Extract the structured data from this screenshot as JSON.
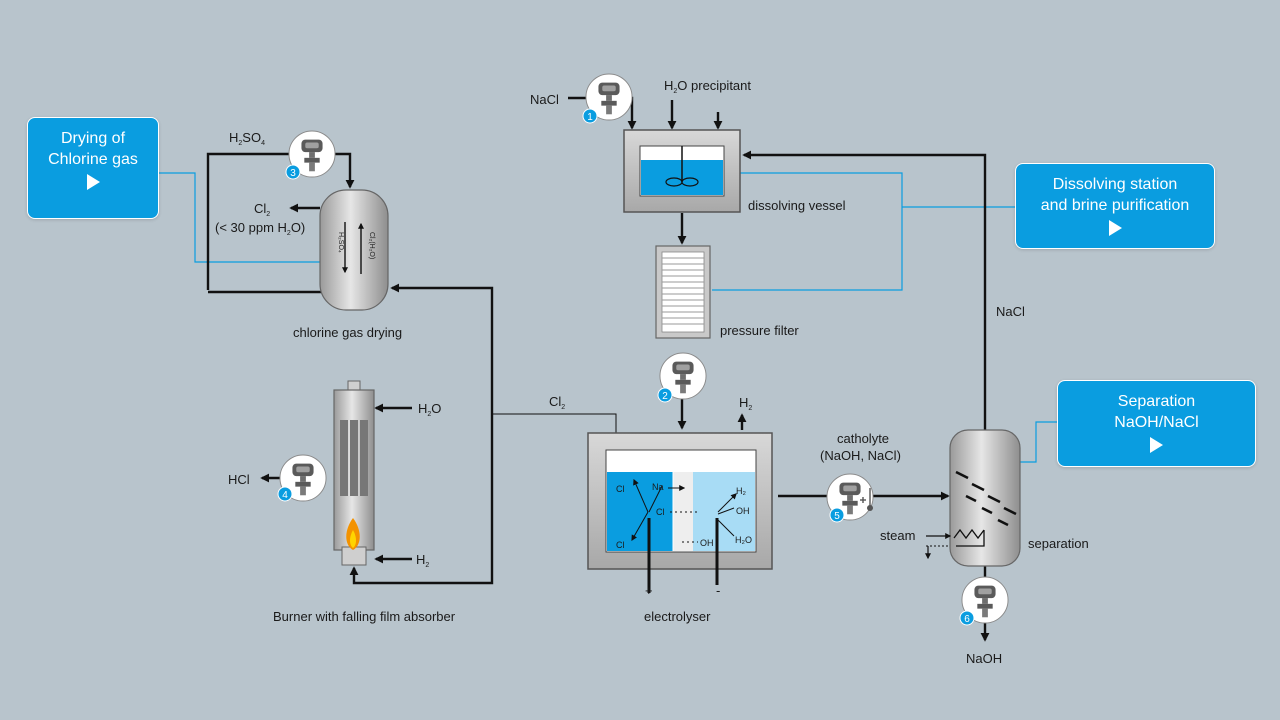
{
  "callouts": {
    "drying": {
      "line1": "Drying of",
      "line2": "Chlorine gas"
    },
    "dissolving": {
      "line1": "Dissolving station",
      "line2": "and brine purification"
    },
    "separation": {
      "line1": "Separation",
      "line2": "NaOH/NaCl"
    }
  },
  "labels": {
    "nacl_top": "NaCl",
    "h2o_precipitant": "O precipitant",
    "h2so4": "SO",
    "cl2_out": "Cl",
    "cl2_ppm_pre": "(< 30 ppm H",
    "cl2_ppm_post": "O)",
    "col_h2so4": "H₂SO₄",
    "col_clh2o": "Cl₂(H₂O)",
    "dissolving_vessel": "dissolving vessel",
    "pressure_filter": "pressure filter",
    "chlorine_gas_drying": "chlorine gas drying",
    "h2o_burner": "O",
    "hcl": "HCl",
    "h2_burner": "H",
    "burner_caption": "Burner with falling film absorber",
    "cl2_line": "Cl",
    "h2_top": "H",
    "catholyte": "catholyte",
    "catholyte_sub": "(NaOH, NaCl)",
    "nacl_right": "NaCl",
    "steam": "steam",
    "separation_caption": "separation",
    "electrolyser": "electrolyser",
    "naoh": "NaOH",
    "plus": "+",
    "minus": "-",
    "h_letter": "H",
    "sub2": "2",
    "sub4": "4",
    "cell_cl_top": "Cl",
    "cell_cl_mid": "Cl",
    "cell_cl_bot": "Cl",
    "cell_na": "Na",
    "cell_h2": "H₂",
    "cell_oh_top": "OH",
    "cell_oh_mid": "OH",
    "cell_h2o": "H₂O"
  },
  "sensors": [
    {
      "id": "1",
      "icon": "pressure-transmitter-icon"
    },
    {
      "id": "2",
      "icon": "pressure-transmitter-icon"
    },
    {
      "id": "3",
      "icon": "pressure-transmitter-icon"
    },
    {
      "id": "4",
      "icon": "pressure-transmitter-icon"
    },
    {
      "id": "5",
      "icon": "pressure-temperature-transmitter-icon"
    },
    {
      "id": "6",
      "icon": "pressure-transmitter-icon"
    }
  ],
  "colors": {
    "background": "#b8c4cc",
    "accent": "#0a9de0",
    "liquid_light": "#a8dcf5",
    "equipment": "#bcbcbc",
    "flow_line": "#111111",
    "signal_line": "#0a9de0"
  }
}
